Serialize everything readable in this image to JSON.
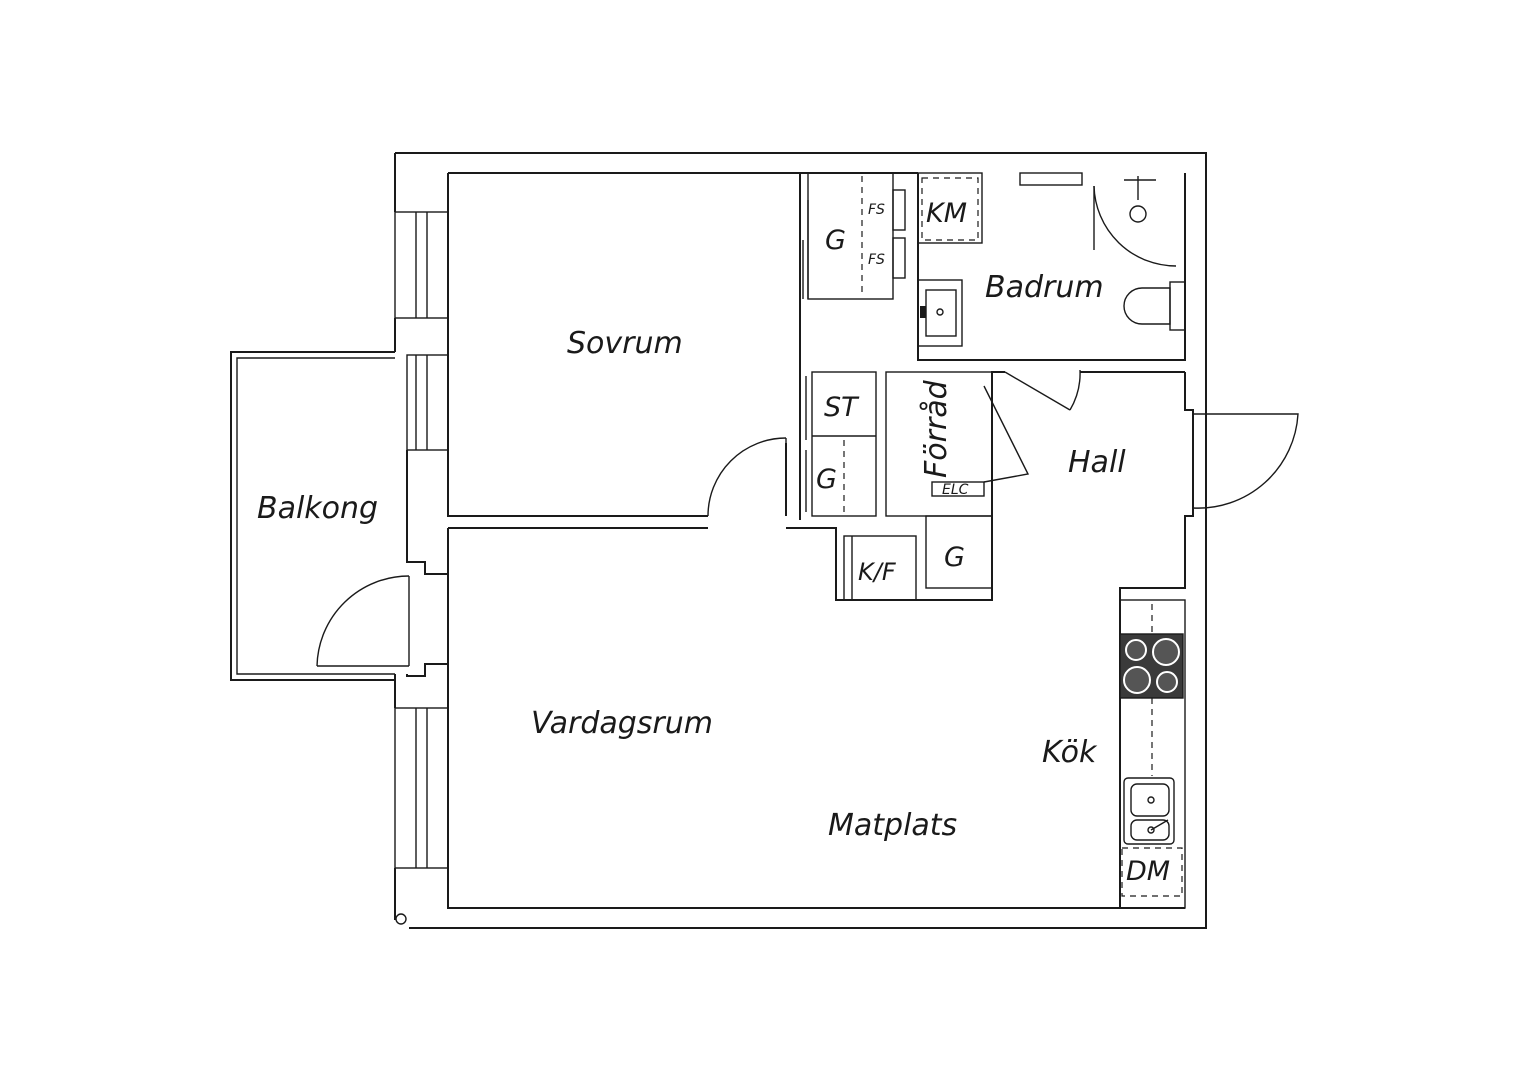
{
  "rooms": {
    "sovrum": "Sovrum",
    "balkong": "Balkong",
    "vardagsrum": "Vardagsrum",
    "matplats": "Matplats",
    "kok": "Kök",
    "hall": "Hall",
    "badrum": "Badrum",
    "forrad": "Förråd"
  },
  "fixtures": {
    "g_bedroom": "G",
    "fs_top": "FS",
    "fs_bottom": "FS",
    "km": "KM",
    "st": "ST",
    "g_closet": "G",
    "elc": "ELC",
    "kf": "K/F",
    "g_hall": "G",
    "dm": "DM"
  },
  "colors": {
    "line": "#1a1a1a",
    "background": "#ffffff",
    "hob": "#3a3a3a"
  }
}
